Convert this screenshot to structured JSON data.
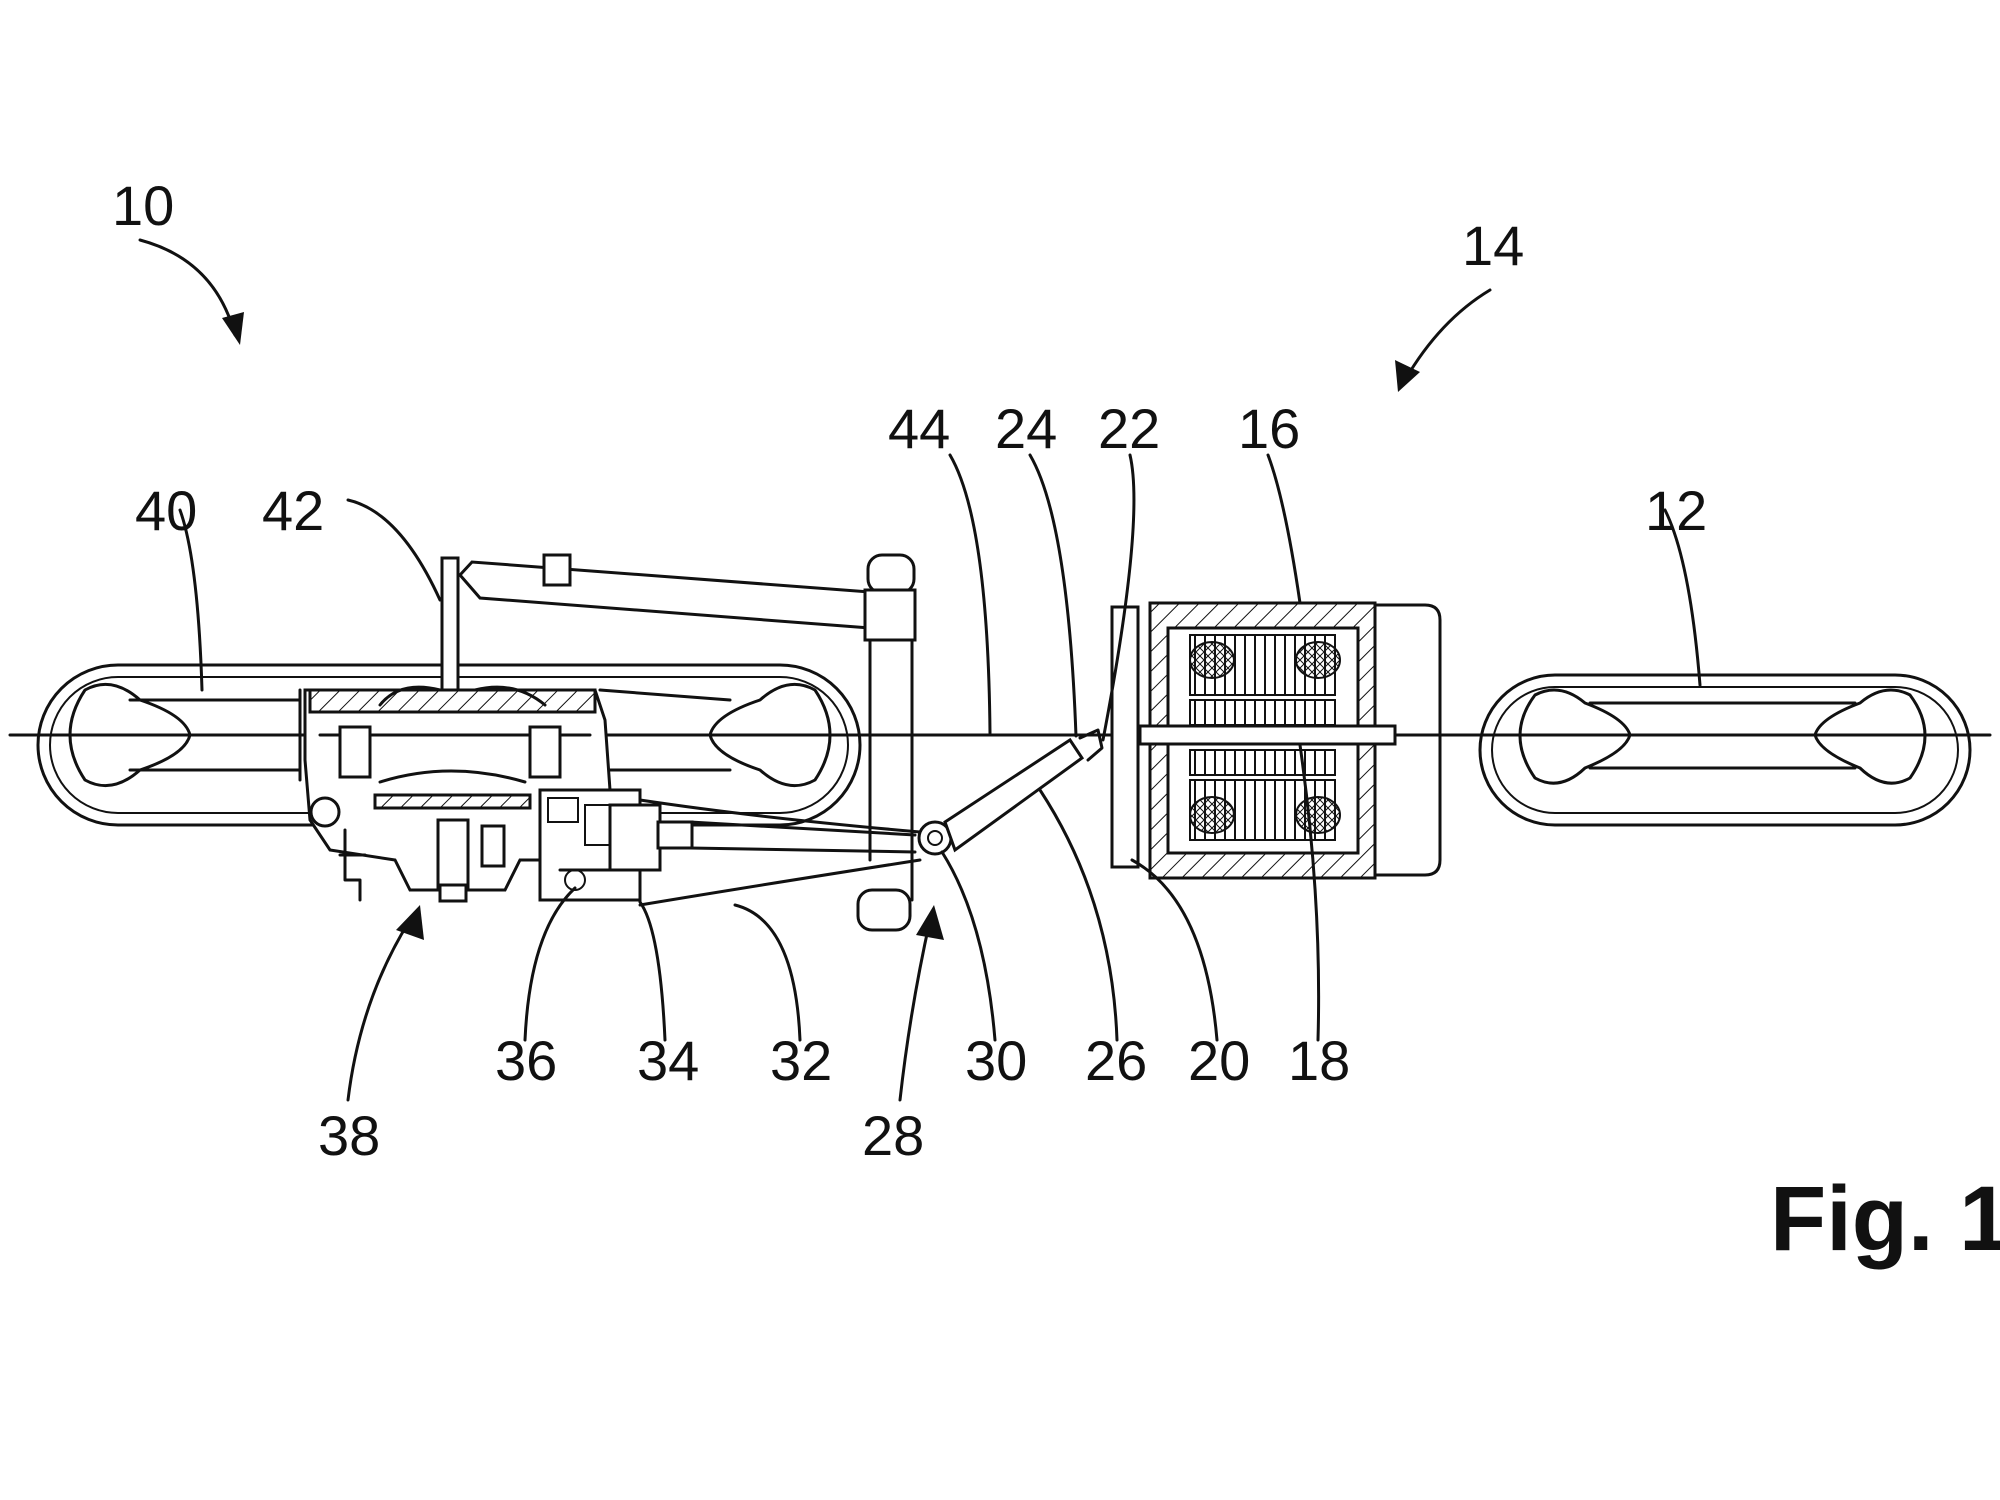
{
  "figure": {
    "title": "Fig. 1"
  },
  "labels": [
    {
      "id": "10",
      "text": "10"
    },
    {
      "id": "14",
      "text": "14"
    },
    {
      "id": "40",
      "text": "40"
    },
    {
      "id": "42",
      "text": "42"
    },
    {
      "id": "44",
      "text": "44"
    },
    {
      "id": "24",
      "text": "24"
    },
    {
      "id": "22",
      "text": "22"
    },
    {
      "id": "16",
      "text": "16"
    },
    {
      "id": "12",
      "text": "12"
    },
    {
      "id": "38",
      "text": "38"
    },
    {
      "id": "36",
      "text": "36"
    },
    {
      "id": "34",
      "text": "34"
    },
    {
      "id": "32",
      "text": "32"
    },
    {
      "id": "28",
      "text": "28"
    },
    {
      "id": "30",
      "text": "30"
    },
    {
      "id": "26",
      "text": "26"
    },
    {
      "id": "20",
      "text": "20"
    },
    {
      "id": "18",
      "text": "18"
    }
  ]
}
